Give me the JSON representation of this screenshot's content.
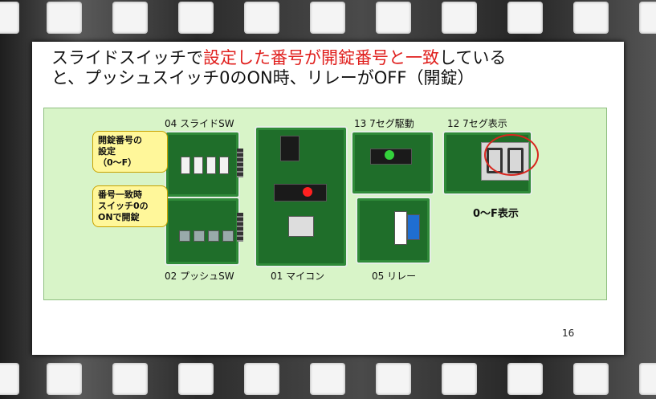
{
  "slide": {
    "title_line1_a": "スライドスイッチで",
    "title_line1_hl": "設定した番号が開錠番号と一致",
    "title_line1_b": "している",
    "title_line2": "と、プッシュスイッチ0のON時、リレーがOFF（開錠）",
    "page_number": "16"
  },
  "boards": {
    "slide_sw_label": "04 スライドSW",
    "push_sw_label": "02 プッシュSW",
    "mcu_label": "01 マイコン",
    "seg_drv_label": "13 7セグ駆動",
    "seg_disp_label": "12 7セグ表示",
    "relay_label": "05 リレー",
    "hex_display_label": "0〜F表示"
  },
  "callouts": {
    "unlock_line1": "開錠番号の",
    "unlock_line2": "設定",
    "unlock_line3": "（0〜F）",
    "match_line1": "番号一致時",
    "match_line2": "スイッチ0の",
    "match_line3": "ONで開錠"
  },
  "colors": {
    "highlight": "#e0201e",
    "panel_bg": "#d8f4c8",
    "callout_bg": "#fff79a",
    "circle": "#d8261e"
  }
}
